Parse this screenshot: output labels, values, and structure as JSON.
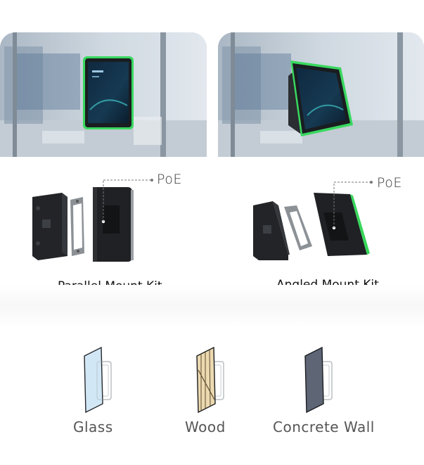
{
  "mount_kits": [
    {
      "label": "Parallel Mount Kit",
      "callout": "PoE",
      "accent_color": "#37d65a"
    },
    {
      "label": "Angled Mount Kit",
      "callout": "PoE",
      "accent_color": "#37d65a"
    }
  ],
  "materials": [
    {
      "label": "Glass",
      "icon": "glass-panel-icon",
      "color": "#cfe6f6"
    },
    {
      "label": "Wood",
      "icon": "wood-panel-icon",
      "color": "#ecd9b0"
    },
    {
      "label": "Concrete Wall",
      "icon": "concrete-panel-icon",
      "color": "#5e6676"
    }
  ]
}
